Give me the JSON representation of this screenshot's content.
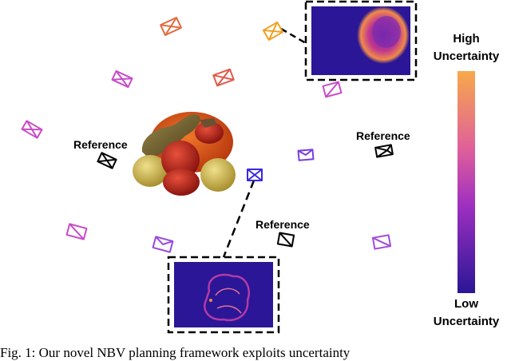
{
  "labels": {
    "reference": "Reference",
    "high_line1": "High",
    "high_line2": "Uncertainty",
    "low_line1": "Low",
    "low_line2": "Uncertainty"
  },
  "caption": "Fig. 1: Our novel NBV planning framework exploits uncertainty",
  "colors": {
    "gradient_top": "#f7a94a",
    "gradient_mid": "#c040a0",
    "gradient_bottom": "#2a1696",
    "map_background": "#2a1696",
    "camera_orange": "#e36a3f",
    "camera_yellow": "#f0a020",
    "camera_magenta": "#c84cc8",
    "camera_purple": "#7a3ce0",
    "camera_blue": "#3a2ae0",
    "camera_reference": "#000000"
  }
}
